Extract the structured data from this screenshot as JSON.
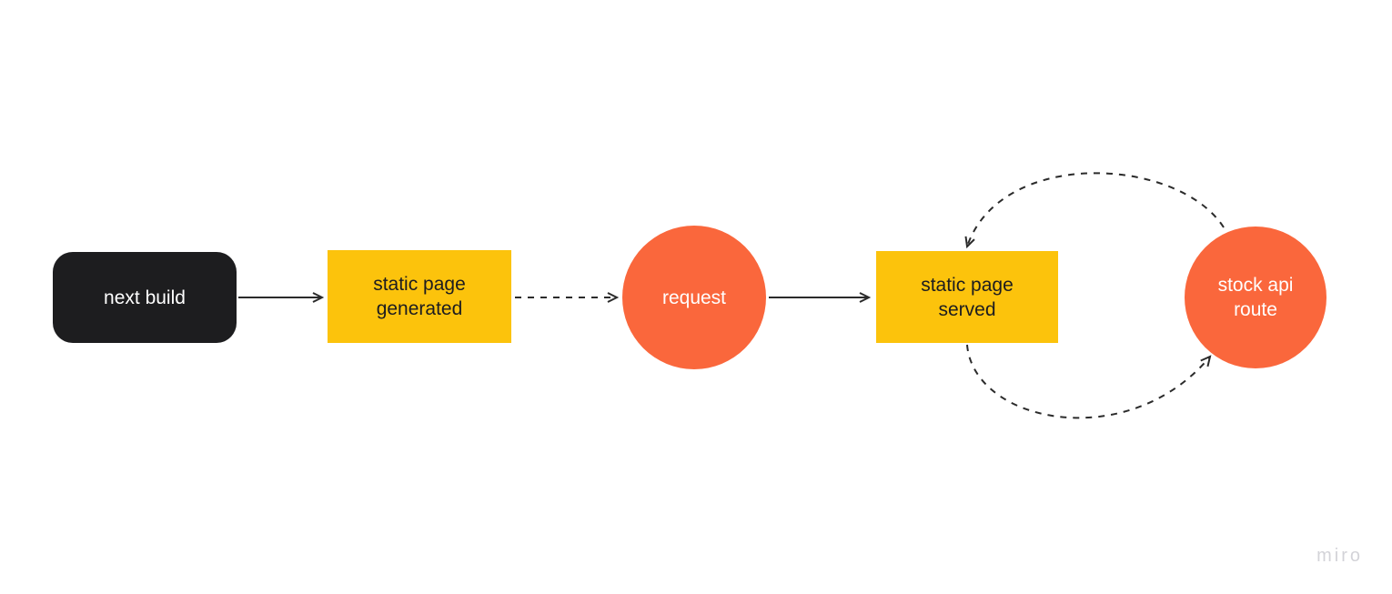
{
  "app": {
    "watermark": "miro"
  },
  "colors": {
    "background": "#ffffff",
    "black_node": "#1d1d1f",
    "yellow_node": "#fcc30c",
    "orange_node": "#fa673c",
    "connector": "#2b2b2b",
    "dark_text": "#1c1c20",
    "light_text": "#ffffff",
    "watermark_text": "#d3d3d8"
  },
  "diagram": {
    "nodes": [
      {
        "id": "next-build",
        "shape": "rounded-rectangle",
        "fill": "#1d1d1f",
        "text_color": "#ffffff",
        "lines": [
          "next build"
        ]
      },
      {
        "id": "static-page-generated",
        "shape": "rectangle",
        "fill": "#fcc30c",
        "text_color": "#1c1c20",
        "lines": [
          "static page",
          "generated"
        ]
      },
      {
        "id": "request",
        "shape": "circle",
        "fill": "#fa673c",
        "text_color": "#ffffff",
        "lines": [
          "request"
        ]
      },
      {
        "id": "static-page-served",
        "shape": "rectangle",
        "fill": "#fcc30c",
        "text_color": "#1c1c20",
        "lines": [
          "static page",
          "served"
        ]
      },
      {
        "id": "stock-api-route",
        "shape": "circle",
        "fill": "#fa673c",
        "text_color": "#ffffff",
        "lines": [
          "stock api",
          "route"
        ]
      }
    ],
    "edges": [
      {
        "from": "next-build",
        "to": "static-page-generated",
        "line": "solid",
        "arrow": "end"
      },
      {
        "from": "static-page-generated",
        "to": "request",
        "line": "dashed",
        "arrow": "end"
      },
      {
        "from": "request",
        "to": "static-page-served",
        "line": "solid",
        "arrow": "end"
      },
      {
        "from": "stock-api-route",
        "to": "static-page-served",
        "line": "dashed-curve-over-top",
        "arrow": "end"
      },
      {
        "from": "static-page-served",
        "to": "stock-api-route",
        "line": "dashed-curve-under-bottom",
        "arrow": "end"
      }
    ]
  }
}
